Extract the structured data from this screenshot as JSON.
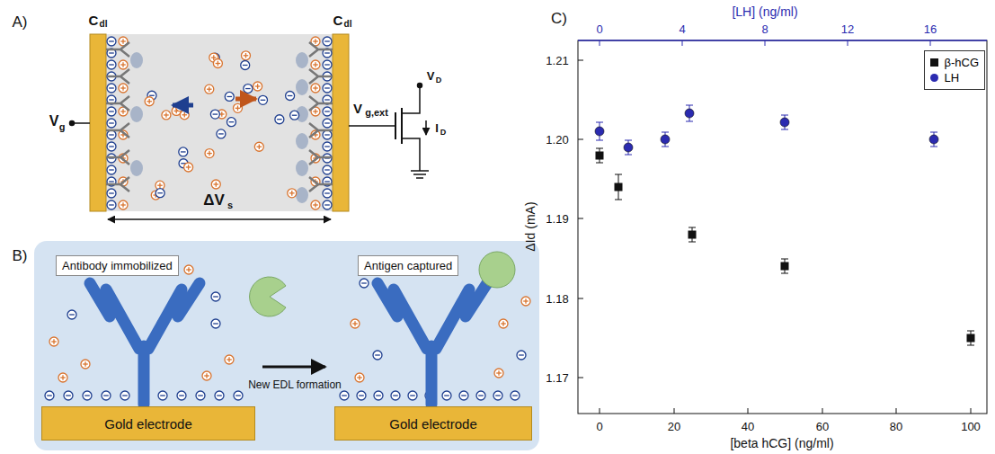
{
  "diagram": {
    "nodes": [
      {
        "text": [
          "Antibody immobilized"
        ]
      },
      {
        "text": [
          "Antigen captured"
        ]
      },
      {
        "text": [
          "Gold electrode"
        ]
      },
      {
        "text": [
          "Gold electrode"
        ]
      }
    ],
    "labels": [
      "A)",
      "B)",
      "C)",
      "C",
      "dl",
      "C",
      "dl",
      "V",
      "g",
      "V",
      "g,ext",
      "V",
      "D",
      "I",
      "D",
      "ΔV",
      "s",
      "New EDL formation",
      "[LH] (ng/ml)",
      "0",
      "4",
      "8",
      "12",
      "16",
      "1.21",
      "1.20",
      "1.19",
      "1.18",
      "1.17",
      "ΔId (mA)",
      "0",
      "20",
      "40",
      "60",
      "80",
      "100",
      "[beta hCG] (ng/ml)"
    ],
    "legend": [
      {
        "text": "β-hCG"
      },
      {
        "text": "LH"
      }
    ]
  }
}
